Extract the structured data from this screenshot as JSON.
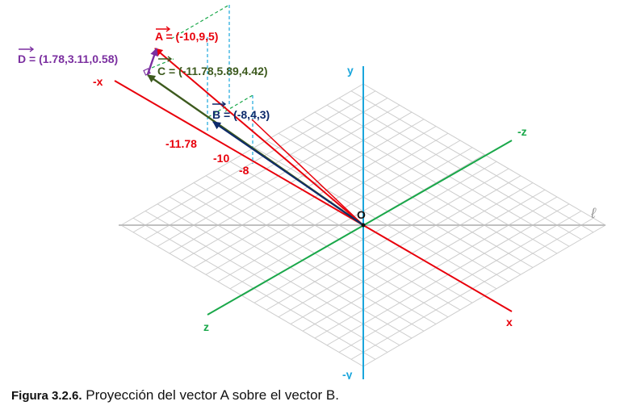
{
  "axes": {
    "x_pos": "x",
    "x_neg": "-x",
    "y_pos": "y",
    "y_neg": "-y",
    "z_pos": "z",
    "z_neg": "-z",
    "origin": "O",
    "line_symbol": "ℓ"
  },
  "vectors": {
    "A": {
      "label": "A = (-10,9,5)",
      "coords": [
        -10,
        9,
        5
      ]
    },
    "B": {
      "label": "B = (-8,4,3)",
      "coords": [
        -8,
        4,
        3
      ]
    },
    "C": {
      "label": "C = (-11.78,5.89,4.42)",
      "coords": [
        -11.78,
        5.89,
        4.42
      ]
    },
    "D": {
      "label": "D = (1.78,3.11,0.58)",
      "coords": [
        1.78,
        3.11,
        0.58
      ]
    }
  },
  "ticks": {
    "c_x": "-11.78",
    "a_x": "-10",
    "b_x": "-8"
  },
  "colors": {
    "x_axis": "#e8000b",
    "y_axis": "#1aa6dc",
    "z_axis": "#1aa84a",
    "vec_A": "#e8000b",
    "vec_B": "#0d2a6b",
    "vec_C": "#3d5a1e",
    "vec_D": "#7b2fa0",
    "grid": "#cccccc"
  },
  "caption": {
    "label": "Figura 3.2.6.",
    "text": " Proyección del vector A sobre el vector B."
  }
}
